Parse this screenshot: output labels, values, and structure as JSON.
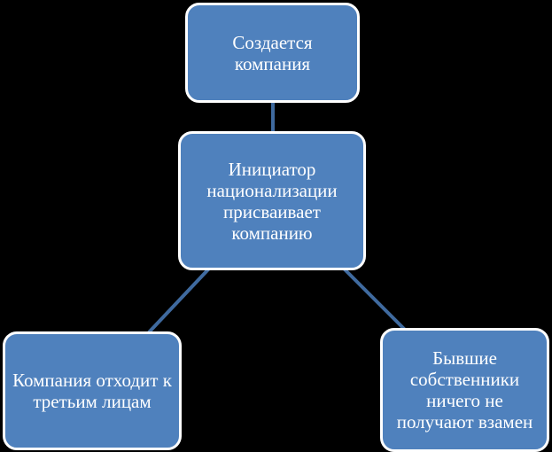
{
  "diagram": {
    "nodes": {
      "top": {
        "text": "Создается компания"
      },
      "center": {
        "text": "Инициатор национализации присваивает компанию"
      },
      "left": {
        "text": "Компания отходит к третьим лицам"
      },
      "right": {
        "text": "Бывшие собственники ничего не получают взамен"
      }
    },
    "colors": {
      "node_fill": "#4f81bd",
      "node_border": "#ffffff",
      "connector": "#3f6a9f",
      "background": "#000000"
    }
  }
}
